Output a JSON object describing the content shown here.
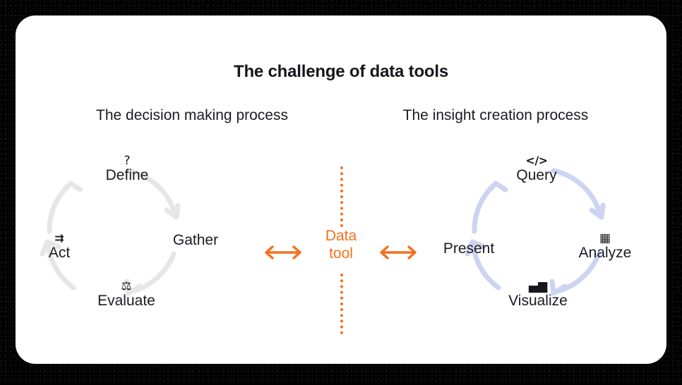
{
  "card": {
    "title": "The challenge of data tools",
    "background_color": "#ffffff",
    "backdrop_color": "#000000"
  },
  "left_process": {
    "label": "The decision making process",
    "arrow_color": "#e6e6e6",
    "nodes": [
      {
        "id": "define",
        "label": "Define",
        "icon": "?",
        "icon_name": "question-mark-icon"
      },
      {
        "id": "gather",
        "label": "Gather",
        "icon": "",
        "icon_name": "none"
      },
      {
        "id": "evaluate",
        "label": "Evaluate",
        "icon": "⚖",
        "icon_name": "balance-scale-icon"
      },
      {
        "id": "act",
        "label": "Act",
        "icon": "⇉",
        "icon_name": "arrow-forward-icon"
      }
    ]
  },
  "right_process": {
    "label": "The insight creation process",
    "arrow_color": "#ccd4f2",
    "nodes": [
      {
        "id": "query",
        "label": "Query",
        "icon": "</>",
        "icon_name": "code-icon"
      },
      {
        "id": "analyze",
        "label": "Analyze",
        "icon": "▦",
        "icon_name": "calculator-icon"
      },
      {
        "id": "visualize",
        "label": "Visualize",
        "icon": "▄▆",
        "icon_name": "bar-chart-icon"
      },
      {
        "id": "present",
        "label": "Present",
        "icon": "",
        "icon_name": "none"
      }
    ]
  },
  "center": {
    "line1": "Data",
    "line2": "tool",
    "color": "#f4701e",
    "left_arrow": "↔",
    "right_arrow": "↔",
    "divider_style": "dotted-vertical"
  }
}
